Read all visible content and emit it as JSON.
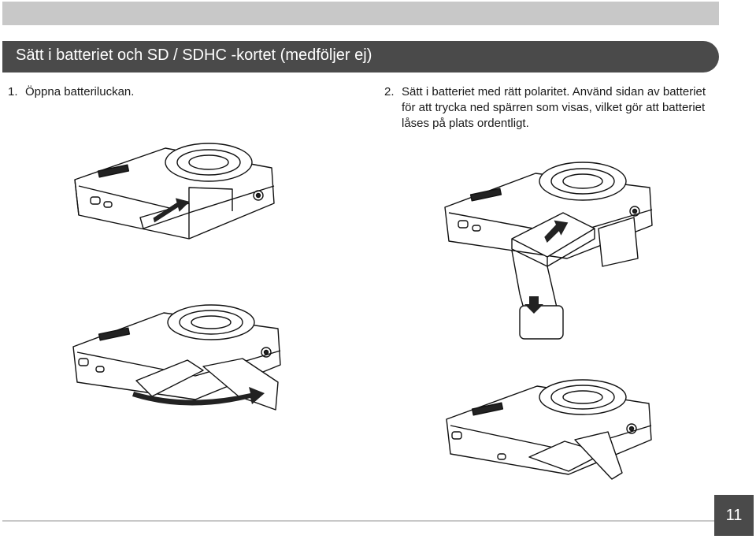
{
  "section": {
    "title": "Sätt i batteriet och SD / SDHC -kortet (medföljer ej)"
  },
  "steps": [
    {
      "number": "1.",
      "text": "Öppna batteriluckan."
    },
    {
      "number": "2.",
      "text": "Sätt i batteriet med rätt polaritet. Använd sidan av batteriet för att trycka ned spärren som visas, vilket gör att batteriet låses på plats ordentligt."
    }
  ],
  "illustrations": [
    {
      "name": "camera-open-battery-door",
      "icon": "camera-illustration"
    },
    {
      "name": "camera-insert-battery",
      "icon": "camera-illustration"
    },
    {
      "name": "camera-close-battery-door",
      "icon": "camera-illustration"
    },
    {
      "name": "camera-battery-inserted",
      "icon": "camera-illustration"
    }
  ],
  "colors": {
    "header_bg": "#4a4a4a",
    "topbar_bg": "#c8c8c8",
    "footer_line": "#c8c8c8"
  },
  "footer": {
    "page_number": "11"
  }
}
